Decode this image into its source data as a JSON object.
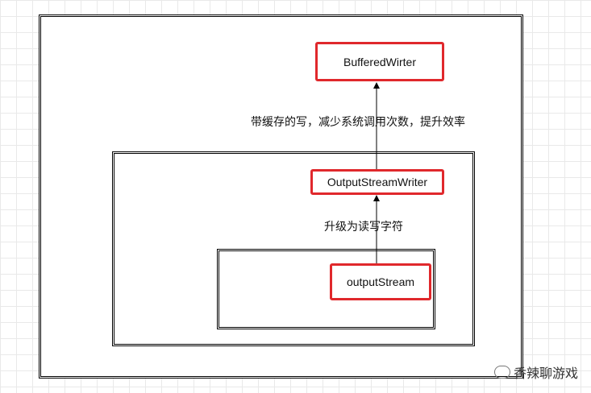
{
  "nodes": {
    "buffered_writer": "BufferedWirter",
    "output_stream_writer": "OutputStreamWriter",
    "output_stream": "outputStream"
  },
  "labels": {
    "buffered": "带缓存的写，减少系统调用次数，提升效率",
    "upgrade": "升级为读写字符"
  },
  "watermark": "香辣聊游戏",
  "colors": {
    "node_border": "#e0282c",
    "grid": "#e9e9e9"
  }
}
